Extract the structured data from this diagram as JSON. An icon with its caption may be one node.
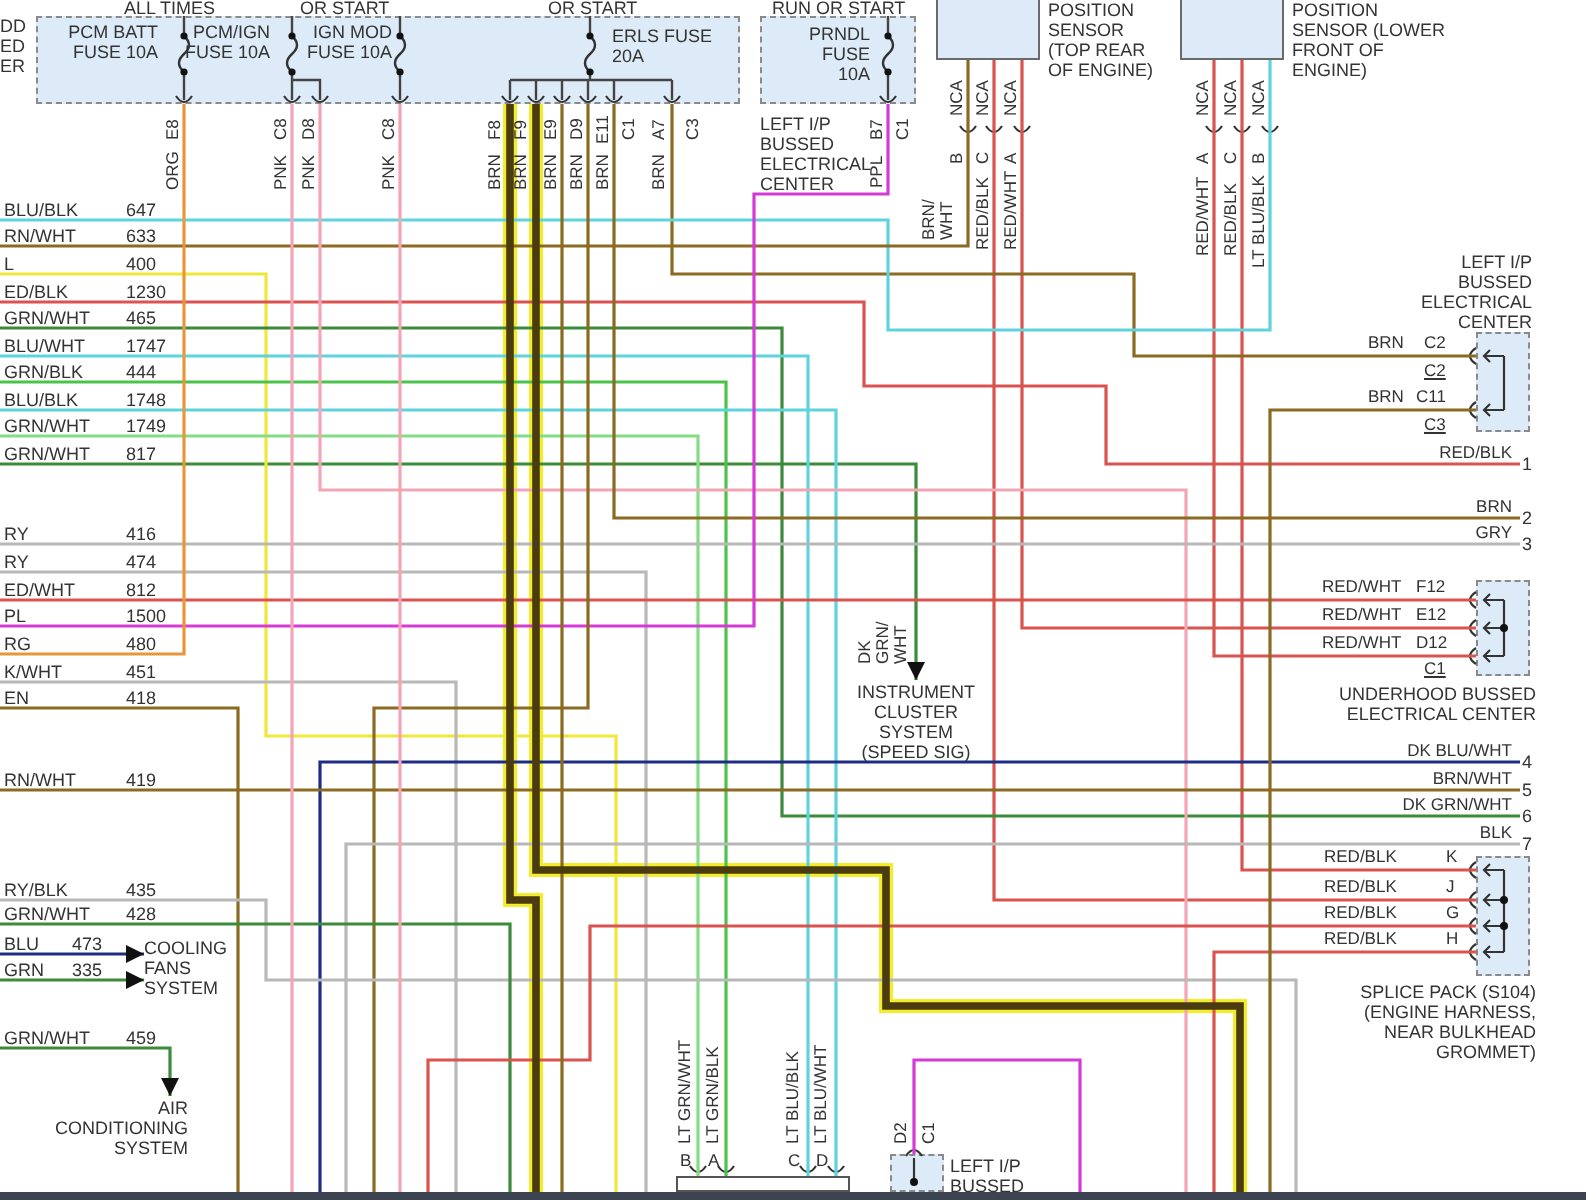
{
  "diagram": {
    "nodes": [
      {
        "text": [
          "PCM BATT FUSE 10A",
          "PCM/IGN FUSE 10A",
          "IGN MOD FUSE 10A",
          "ERLS FUSE 20A"
        ]
      },
      {
        "text": [
          "PRNDL FUSE 10A"
        ],
        "beside": [
          "LEFT I/P BUSSED ELECTRICAL CENTER"
        ]
      },
      {
        "text": [],
        "shape": "box",
        "beside": [
          "POSITION SENSOR (TOP REAR OF ENGINE)"
        ]
      },
      {
        "text": [],
        "shape": "box",
        "beside": [
          "POSITION SENSOR (LOWER FRONT OF ENGINE)"
        ]
      },
      {
        "text": [],
        "shape": "box",
        "beside": [
          "LEFT I/P BUSSED ELECTRICAL CENTER"
        ]
      },
      {
        "text": [],
        "shape": "box",
        "beside": [
          "UNDERHOOD BUSSED ELECTRICAL CENTER"
        ]
      },
      {
        "text": [],
        "shape": "box",
        "beside": [
          "SPLICE PACK (S104) (ENGINE HARNESS, NEAR BULKHEAD GROMMET)"
        ]
      },
      {
        "text": [
          "INSTRUMENT CLUSTER",
          "SYSTEM (SPEED SIG)"
        ]
      },
      {
        "text": [
          "COOLING FANS SYSTEM"
        ]
      },
      {
        "text": [
          "AIR CONDITIONING SYSTEM"
        ]
      },
      {
        "text": [],
        "shape": "box"
      },
      {
        "text": [],
        "shape": "box",
        "beside": [
          "LEFT I/P BUSSED"
        ]
      },
      {
        "text": [
          "BLU/BLK",
          "647"
        ]
      },
      {
        "text": [
          "RN/WHT",
          "633"
        ]
      },
      {
        "text": [
          "L",
          "400"
        ]
      },
      {
        "text": [
          "ED/BLK",
          "1230"
        ]
      },
      {
        "text": [
          "GRN/WHT",
          "465"
        ]
      },
      {
        "text": [
          "BLU/WHT",
          "1747"
        ]
      },
      {
        "text": [
          "GRN/BLK",
          "444"
        ]
      },
      {
        "text": [
          "BLU/BLK",
          "1748"
        ]
      },
      {
        "text": [
          "GRN/WHT",
          "1749"
        ]
      },
      {
        "text": [
          "GRN/WHT",
          "817"
        ]
      },
      {
        "text": [
          "RY",
          "416"
        ]
      },
      {
        "text": [
          "RY",
          "474"
        ]
      },
      {
        "text": [
          "ED/WHT",
          "812"
        ]
      },
      {
        "text": [
          "PL",
          "1500"
        ]
      },
      {
        "text": [
          "RG",
          "480"
        ]
      },
      {
        "text": [
          "K/WHT",
          "451"
        ]
      },
      {
        "text": [
          "EN",
          "418"
        ]
      },
      {
        "text": [
          "RN/WHT",
          "419"
        ]
      },
      {
        "text": [
          "RY/BLK",
          "435"
        ]
      },
      {
        "text": [
          "GRN/WHT",
          "428"
        ]
      },
      {
        "text": [
          "BLU",
          "473"
        ]
      },
      {
        "text": [
          "GRN",
          "335"
        ]
      },
      {
        "text": [
          "GRN/WHT",
          "459"
        ]
      },
      {
        "text": [
          "1"
        ],
        "beside": [
          "RED/BLK"
        ]
      },
      {
        "text": [
          "2"
        ],
        "beside": [
          "BRN"
        ]
      },
      {
        "text": [
          "3"
        ],
        "beside": [
          "GRY"
        ]
      },
      {
        "text": [
          "4"
        ],
        "beside": [
          "DK BLU/WHT"
        ]
      },
      {
        "text": [
          "5"
        ],
        "beside": [
          "BRN/WHT"
        ]
      },
      {
        "text": [
          "6"
        ],
        "beside": [
          "DK GRN/WHT"
        ]
      },
      {
        "text": [
          "7"
        ],
        "beside": [
          "BLK"
        ]
      }
    ],
    "edges": [
      {
        "from": 21,
        "to": 7,
        "arrow": "to",
        "color": "#3b8b3b"
      },
      {
        "from": 32,
        "to": 8,
        "arrow": "to",
        "color": "#1e2d84"
      },
      {
        "from": 33,
        "to": 8,
        "arrow": "to",
        "color": "#3b8b3b"
      },
      {
        "from": 34,
        "to": 9,
        "arrow": "to",
        "color": "#3b8b3b"
      },
      {
        "from": 2,
        "to": 5,
        "arrow": "none",
        "color": "#d9534f"
      },
      {
        "from": 3,
        "to": 5,
        "arrow": "none",
        "color": "#d9534f"
      },
      {
        "from": 2,
        "to": 6,
        "arrow": "none",
        "color": "#d9534f"
      },
      {
        "from": 3,
        "to": 6,
        "arrow": "none",
        "color": "#d9534f"
      },
      {
        "from": 0,
        "to": 4,
        "arrow": "none",
        "color": "#8b6b22"
      },
      {
        "from": 12,
        "to": 3,
        "arrow": "none",
        "color": "#5fd3dc"
      },
      {
        "from": 13,
        "to": 2,
        "arrow": "none",
        "color": "#8b6b22"
      },
      {
        "from": 14,
        "to": null,
        "arrow": "none",
        "color": "#efe83a"
      },
      {
        "from": 15,
        "to": 35,
        "arrow": "none",
        "color": "#d9534f"
      },
      {
        "from": 16,
        "to": 40,
        "arrow": "none",
        "color": "#3b8b3b"
      },
      {
        "from": 17,
        "to": 10,
        "arrow": "none",
        "color": "#5fd3dc"
      },
      {
        "from": 18,
        "to": 10,
        "arrow": "none",
        "color": "#4cc24c"
      },
      {
        "from": 19,
        "to": 10,
        "arrow": "none",
        "color": "#5fd3dc"
      },
      {
        "from": 20,
        "to": 10,
        "arrow": "none",
        "color": "#84dd84"
      },
      {
        "from": 0,
        "to": null,
        "arrow": "none",
        "color": "#f2a5b5"
      },
      {
        "from": 0,
        "to": 36,
        "arrow": "none",
        "color": "#8b6b22"
      },
      {
        "from": 22,
        "to": 37,
        "arrow": "none",
        "color": "#b8b8b8"
      },
      {
        "from": 23,
        "to": null,
        "arrow": "none",
        "color": "#b8b8b8"
      },
      {
        "from": 24,
        "to": 5,
        "arrow": "none",
        "color": "#d9534f"
      },
      {
        "from": 25,
        "to": 1,
        "arrow": "none",
        "color": "#d63ad6"
      },
      {
        "from": 26,
        "to": 0,
        "arrow": "none",
        "color": "#e8963a"
      },
      {
        "from": 27,
        "to": null,
        "arrow": "none",
        "color": "#b8b8b8"
      },
      {
        "from": 28,
        "to": null,
        "arrow": "none",
        "color": "#8b6b22"
      },
      {
        "from": 0,
        "to": null,
        "arrow": "none",
        "color": "#8b6b22"
      },
      {
        "from": null,
        "to": 38,
        "arrow": "none",
        "color": "#1e2d84"
      },
      {
        "from": 29,
        "to": 39,
        "arrow": "none",
        "color": "#8b6b22"
      },
      {
        "from": null,
        "to": 41,
        "arrow": "none",
        "color": "#b8b8b8"
      },
      {
        "from": 30,
        "to": null,
        "arrow": "none",
        "color": "#b8b8b8"
      },
      {
        "from": 31,
        "to": null,
        "arrow": "none",
        "color": "#3b8b3b"
      },
      {
        "from": null,
        "to": 6,
        "arrow": "none",
        "color": "#d9534f"
      },
      {
        "from": null,
        "to": 6,
        "arrow": "none",
        "color": "#d9534f"
      },
      {
        "from": 4,
        "to": null,
        "arrow": "none",
        "color": "#8b6b22"
      },
      {
        "from": 0,
        "to": null,
        "arrow": "none",
        "color": "#8b6b22"
      },
      {
        "from": 0,
        "to": null,
        "arrow": "none",
        "color": "#f2a5b5"
      },
      {
        "from": 0,
        "to": null,
        "arrow": "none",
        "color": "#f2a5b5"
      },
      {
        "from": 11,
        "to": null,
        "arrow": "none",
        "color": "#d63ad6"
      },
      {
        "from": 0,
        "to": null,
        "arrow": "none",
        "style": "thick",
        "color": "#4a3c10"
      },
      {
        "from": 0,
        "to": null,
        "arrow": "none",
        "style": "thick",
        "color": "#4a3c10"
      }
    ],
    "labels": [
      "ALL TIMES",
      "OR START",
      "OR START",
      "RUN OR START",
      "DD ED ER",
      "E8",
      "C8",
      "D8",
      "C8",
      "F8",
      "F9",
      "E9",
      "D9",
      "E11",
      "C1",
      "A7",
      "C3",
      "ORG",
      "PNK",
      "PNK",
      "PNK",
      "BRN",
      "BRN",
      "BRN",
      "BRN",
      "BRN",
      "BRN",
      "B7",
      "C1",
      "PPL",
      "NCA",
      "NCA",
      "NCA",
      "B",
      "C",
      "A",
      "BRN/ WHT",
      "RED/BLK",
      "RED/WHT",
      "NCA",
      "NCA",
      "NCA",
      "A",
      "C",
      "B",
      "RED/WHT",
      "RED/BLK",
      "LT BLU/BLK",
      "BRN",
      "C2",
      "C2",
      "BRN",
      "C11",
      "C3",
      "RED/WHT",
      "F12",
      "RED/WHT",
      "E12",
      "RED/WHT",
      "D12",
      "C1",
      "RED/BLK",
      "K",
      "RED/BLK",
      "J",
      "RED/BLK",
      "G",
      "RED/BLK",
      "H",
      "DK GRN/ WHT",
      "LT GRN/WHT",
      "LT GRN/BLK",
      "LT BLU/BLK",
      "LT BLU/WHT",
      "B",
      "A",
      "C",
      "D",
      "D2",
      "C1"
    ]
  }
}
